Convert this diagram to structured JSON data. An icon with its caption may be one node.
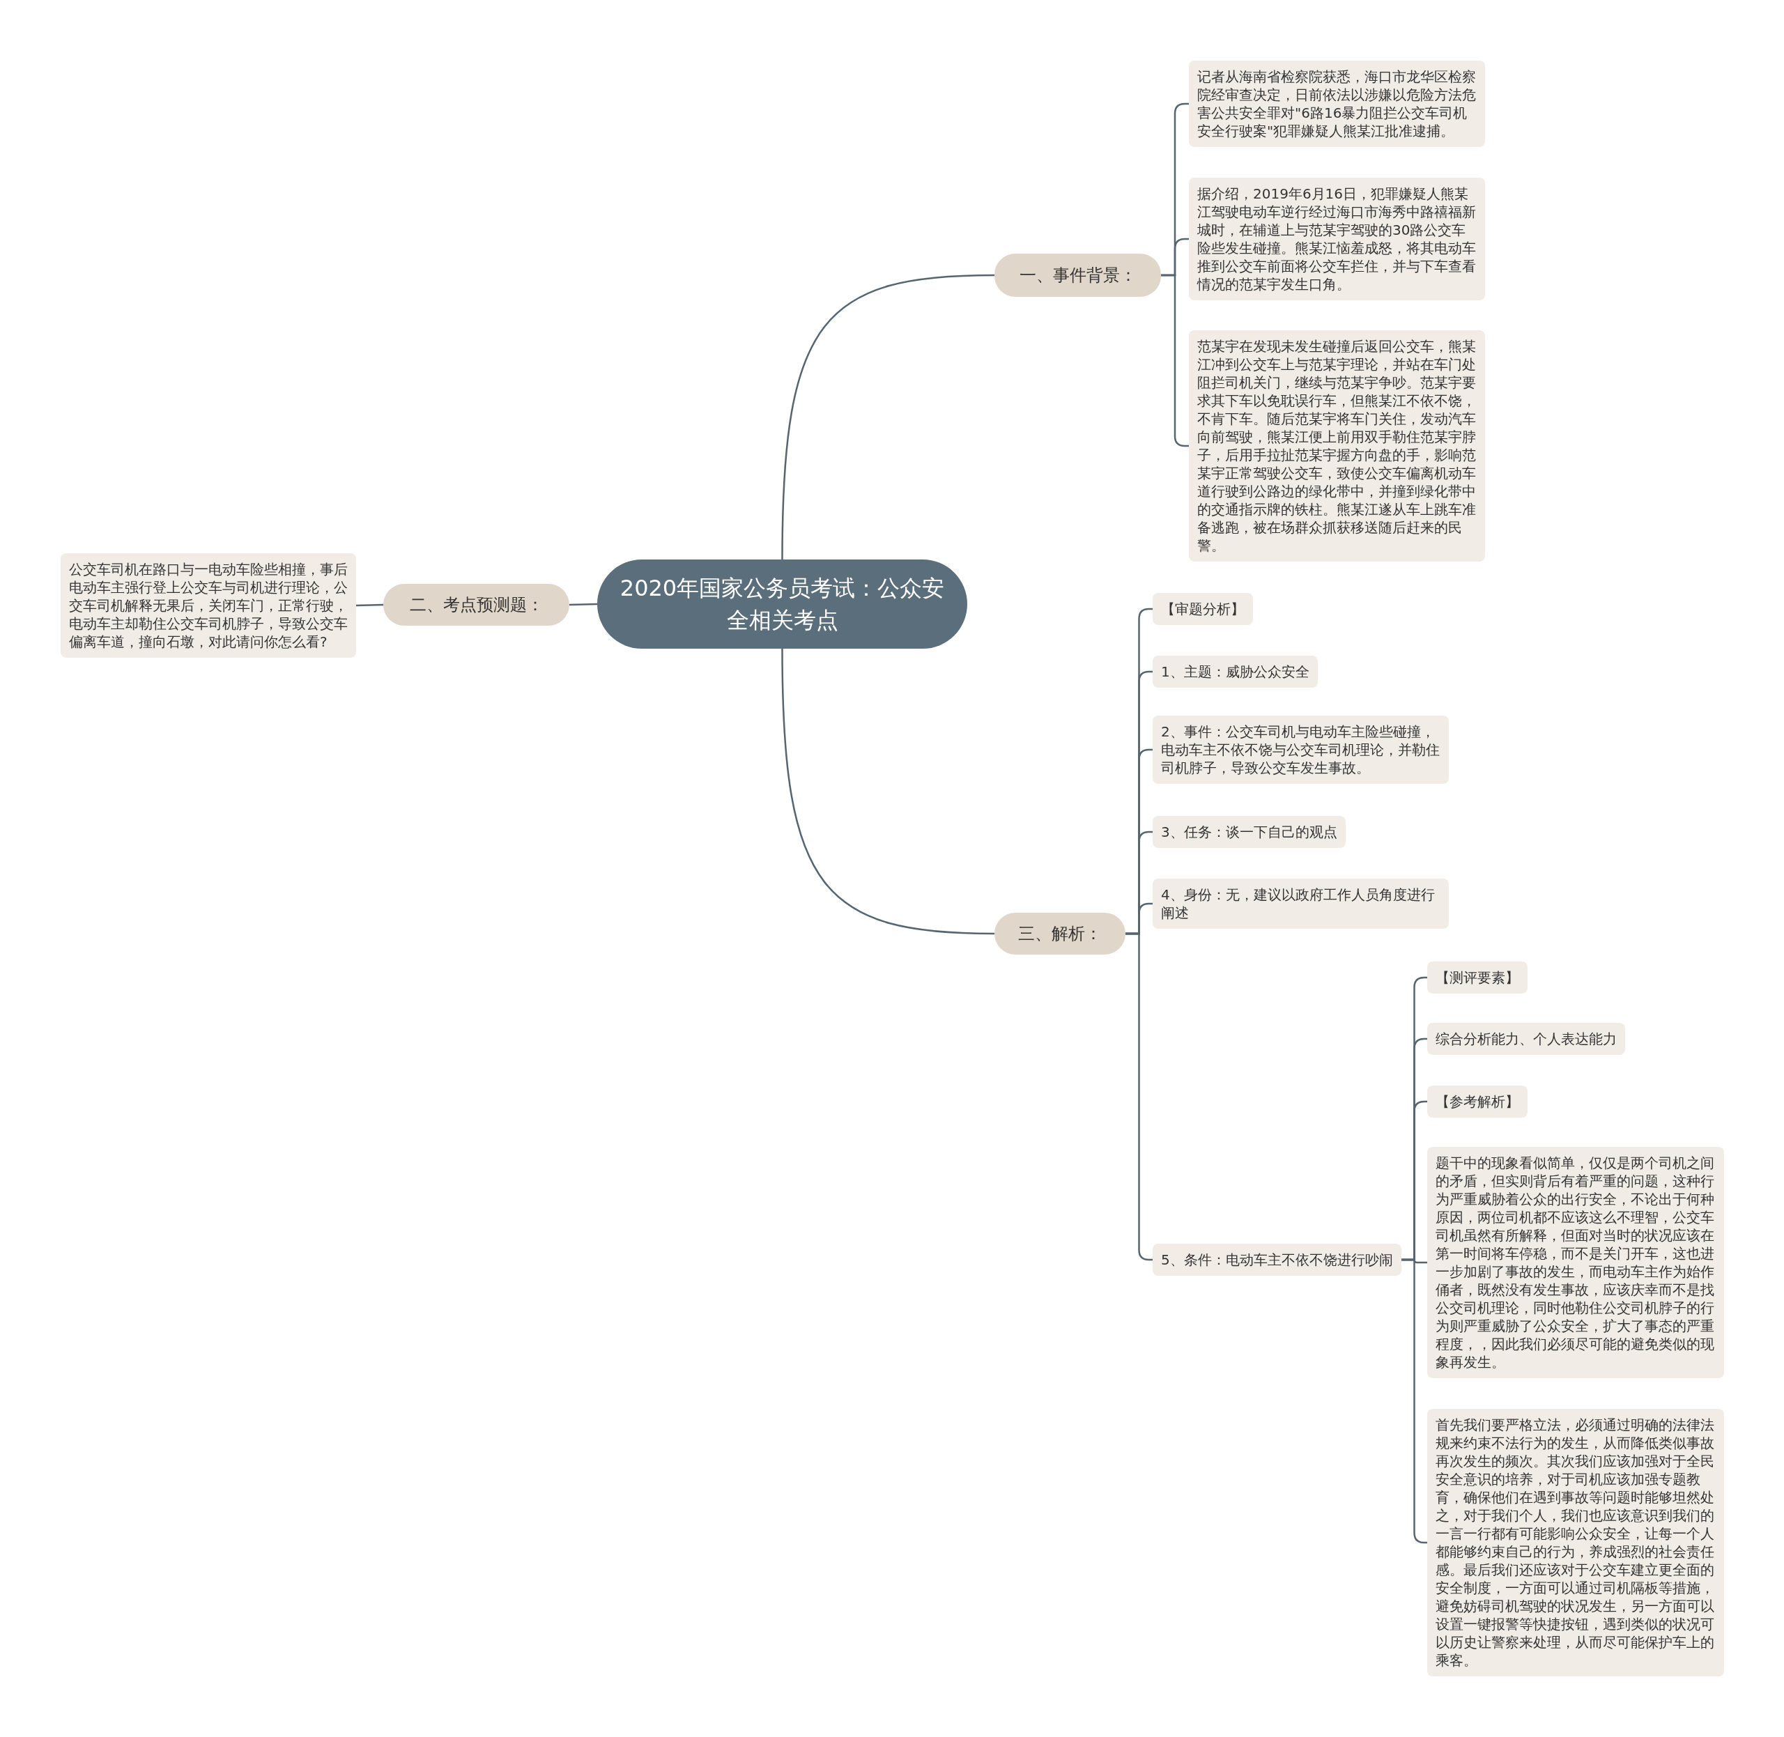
{
  "diagram": {
    "nodes": [
      {
        "text": [
          "2020年国家公务员考试：公众安全相关考点"
        ]
      },
      {
        "text": [
          "一、事件背景："
        ]
      },
      {
        "text": [
          "记者从海南省检察院获悉，海口市龙华区检察院经审查决定，日前依法以涉嫌以危险方法危害公共安全罪对\"6路16暴力阻拦公交车司机安全行驶案\"犯罪嫌疑人熊某江批准逮捕。"
        ]
      },
      {
        "text": [
          "据介绍，2019年6月16日，犯罪嫌疑人熊某江驾驶电动车逆行经过海口市海秀中路禧福新城时，在辅道上与范某宇驾驶的30路公交车险些发生碰撞。熊某江恼羞成怒，将其电动车推到公交车前面将公交车拦住，并与下车查看情况的范某宇发生口角。"
        ]
      },
      {
        "text": [
          "范某宇在发现未发生碰撞后返回公交车，熊某江冲到公交车上与范某宇理论，并站在车门处阻拦司机关门，继续与范某宇争吵。范某宇要求其下车以免耽误行车，但熊某江不依不饶，不肯下车。随后范某宇将车门关住，发动汽车向前驾驶，熊某江便上前用双手勒住范某宇脖子，后用手拉扯范某宇握方向盘的手，影响范某宇正常驾驶公交车，致使公交车偏离机动车道行驶到公路边的绿化带中，并撞到绿化带中的交通指示牌的铁柱。熊某江遂从车上跳车准备逃跑，被在场群众抓获移送随后赶来的民警。"
        ]
      },
      {
        "text": [
          "二、考点预测题："
        ]
      },
      {
        "text": [
          "公交车司机在路口与一电动车险些相撞，事后电动车主强行登上公交车与司机进行理论，公交车司机解释无果后，关闭车门，正常行驶，电动车主却勒住公交车司机脖子，导致公交车偏离车道，撞向石墩，对此请问你怎么看?"
        ]
      },
      {
        "text": [
          "三、解析："
        ]
      },
      {
        "text": [
          "【审题分析】"
        ]
      },
      {
        "text": [
          "1、主题：威胁公众安全"
        ]
      },
      {
        "text": [
          "2、事件：公交车司机与电动车主险些碰撞，电动车主不依不饶与公交车司机理论，并勒住司机脖子，导致公交车发生事故。"
        ]
      },
      {
        "text": [
          "3、任务：谈一下自己的观点"
        ]
      },
      {
        "text": [
          "4、身份：无，建议以政府工作人员角度进行阐述"
        ]
      },
      {
        "text": [
          "5、条件：电动车主不依不饶进行吵闹"
        ]
      },
      {
        "text": [
          "【测评要素】"
        ]
      },
      {
        "text": [
          "综合分析能力、个人表达能力"
        ]
      },
      {
        "text": [
          "【参考解析】"
        ]
      },
      {
        "text": [
          "题干中的现象看似简单，仅仅是两个司机之间的矛盾，但实则背后有着严重的问题，这种行为严重威胁着公众的出行安全，不论出于何种原因，两位司机都不应该这么不理智，公交车司机虽然有所解释，但面对当时的状况应该在第一时间将车停稳，而不是关门开车，这也进一步加剧了事故的发生，而电动车主作为始作俑者，既然没有发生事故，应该庆幸而不是找公交司机理论，同时他勒住公交司机脖子的行为则严重威胁了公众安全，扩大了事态的严重程度，，因此我们必须尽可能的避免类似的现象再发生。"
        ]
      },
      {
        "text": [
          "首先我们要严格立法，必须通过明确的法律法规来约束不法行为的发生，从而降低类似事故再次发生的频次。其次我们应该加强对于全民安全意识的培养，对于司机应该加强专题教育，确保他们在遇到事故等问题时能够坦然处之，对于我们个人，我们也应该意识到我们的一言一行都有可能影响公众安全，让每一个人都能够约束自己的行为，养成强烈的社会责任感。最后我们还应该对于公交车建立更全面的安全制度，一方面可以通过司机隔板等措施，避免妨碍司机驾驶的状况发生，另一方面可以设置一键报警等快捷按钮，遇到类似的状况可以历史让警察来处理，从而尽可能保护车上的乘客。"
        ]
      }
    ],
    "edges": [
      {
        "from": 0,
        "to": 1,
        "arrow": "none"
      },
      {
        "from": 1,
        "to": 2,
        "arrow": "none"
      },
      {
        "from": 1,
        "to": 3,
        "arrow": "none"
      },
      {
        "from": 1,
        "to": 4,
        "arrow": "none"
      },
      {
        "from": 0,
        "to": 5,
        "arrow": "none"
      },
      {
        "from": 5,
        "to": 6,
        "arrow": "none"
      },
      {
        "from": 0,
        "to": 7,
        "arrow": "none"
      },
      {
        "from": 7,
        "to": 8,
        "arrow": "none"
      },
      {
        "from": 7,
        "to": 9,
        "arrow": "none"
      },
      {
        "from": 7,
        "to": 10,
        "arrow": "none"
      },
      {
        "from": 7,
        "to": 11,
        "arrow": "none"
      },
      {
        "from": 7,
        "to": 12,
        "arrow": "none"
      },
      {
        "from": 7,
        "to": 13,
        "arrow": "none"
      },
      {
        "from": 13,
        "to": 14,
        "arrow": "none"
      },
      {
        "from": 13,
        "to": 15,
        "arrow": "none"
      },
      {
        "from": 13,
        "to": 16,
        "arrow": "none"
      },
      {
        "from": 13,
        "to": 17,
        "arrow": "none"
      },
      {
        "from": 13,
        "to": 18,
        "arrow": "none"
      }
    ]
  }
}
